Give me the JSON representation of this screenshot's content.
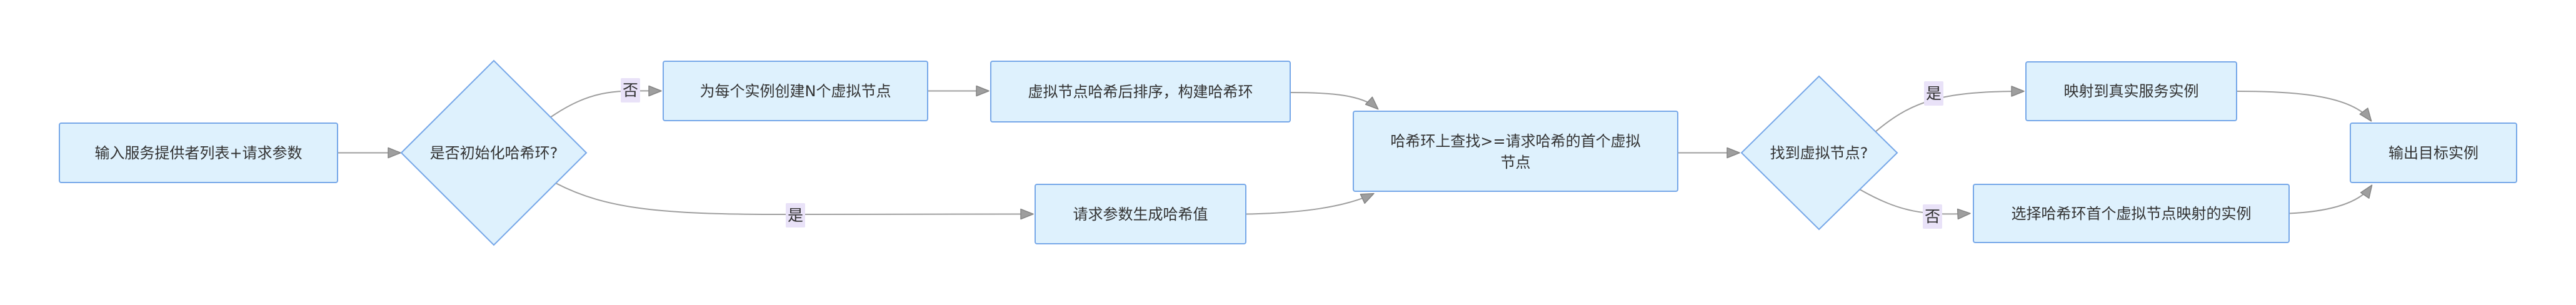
{
  "diagram": {
    "type": "flowchart",
    "direction": "left-to-right",
    "background_color": "#ffffff",
    "colors": {
      "node_fill": "#def1fd",
      "node_border": "#76a7e8",
      "node_text": "#333333",
      "edge_line": "#9e9e9e",
      "edge_label_background": "#e9e2f8",
      "edge_label_text": "#2f2f2f"
    },
    "nodes": {
      "input": {
        "shape": "rectangle",
        "label": "输入服务提供者列表+请求参数"
      },
      "init_check": {
        "shape": "diamond",
        "label": "是否初始化哈希环?"
      },
      "create_vnodes": {
        "shape": "rectangle",
        "label": "为每个实例创建N个虚拟节点"
      },
      "sort_build_ring": {
        "shape": "rectangle",
        "label": "虚拟节点哈希后排序，构建哈希环"
      },
      "gen_hash": {
        "shape": "rectangle",
        "label": "请求参数生成哈希值"
      },
      "lookup": {
        "shape": "rectangle",
        "label": "哈希环上查找>=请求哈希的首个虚拟节点",
        "line1": "哈希环上查找>=请求哈希的首个虚拟",
        "line2": "节点"
      },
      "found_check": {
        "shape": "diamond",
        "label": "找到虚拟节点?"
      },
      "map_real": {
        "shape": "rectangle",
        "label": "映射到真实服务实例"
      },
      "pick_first": {
        "shape": "rectangle",
        "label": "选择哈希环首个虚拟节点映射的实例"
      },
      "output": {
        "shape": "rectangle",
        "label": "输出目标实例"
      }
    },
    "edges": {
      "input_to_init": {
        "from": "input",
        "to": "init_check",
        "label": ""
      },
      "init_no": {
        "from": "init_check",
        "to": "create_vnodes",
        "label": "否"
      },
      "create_to_sort": {
        "from": "create_vnodes",
        "to": "sort_build_ring",
        "label": ""
      },
      "sort_to_lookup": {
        "from": "sort_build_ring",
        "to": "lookup",
        "label": ""
      },
      "init_yes": {
        "from": "init_check",
        "to": "gen_hash",
        "label": "是"
      },
      "gen_to_lookup": {
        "from": "gen_hash",
        "to": "lookup",
        "label": ""
      },
      "lookup_to_found": {
        "from": "lookup",
        "to": "found_check",
        "label": ""
      },
      "found_yes": {
        "from": "found_check",
        "to": "map_real",
        "label": "是"
      },
      "found_no": {
        "from": "found_check",
        "to": "pick_first",
        "label": "否"
      },
      "map_to_output": {
        "from": "map_real",
        "to": "output",
        "label": ""
      },
      "pick_to_output": {
        "from": "pick_first",
        "to": "output",
        "label": ""
      }
    }
  }
}
